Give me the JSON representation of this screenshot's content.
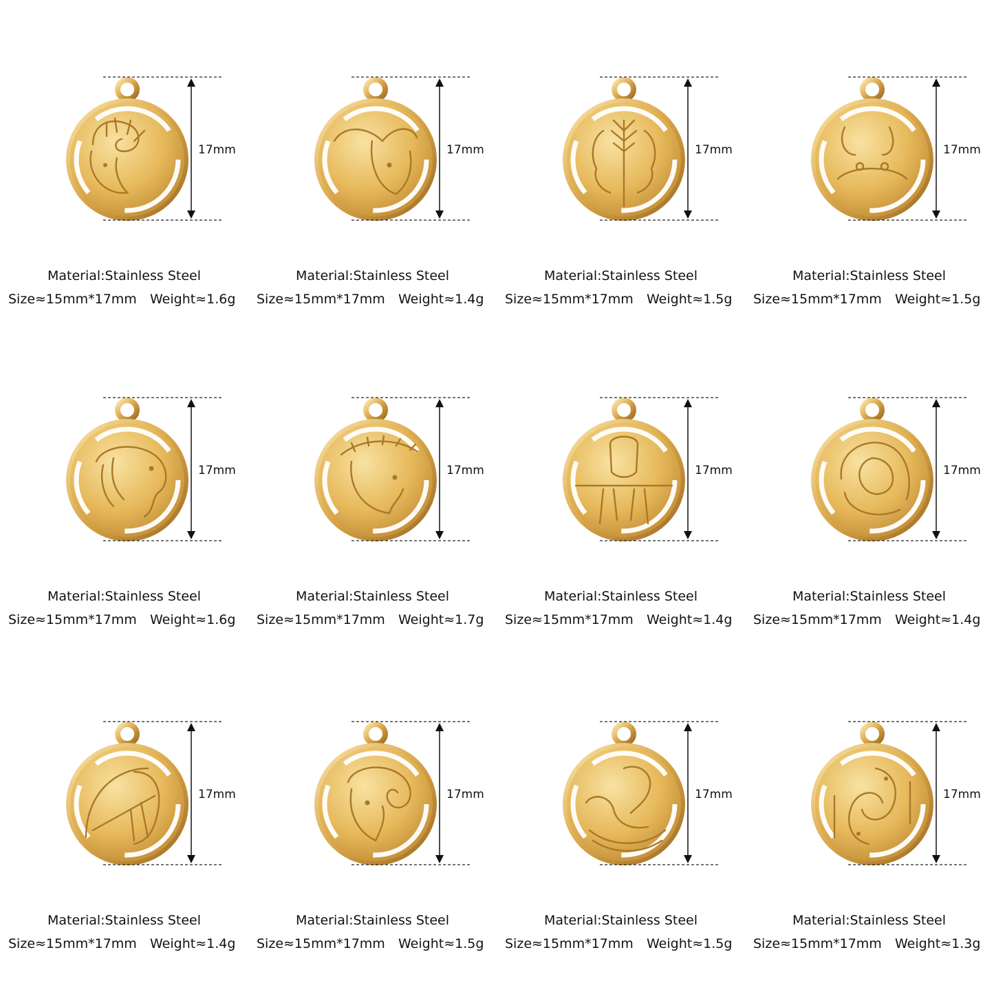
{
  "colors": {
    "gold_light": "#f6d98c",
    "gold_mid": "#e0b254",
    "gold_dark": "#a9782a",
    "text": "#111111",
    "dashed": "#222222"
  },
  "items": [
    {
      "sign": "aries",
      "dimension": "17mm",
      "material": "Material:Stainless Steel",
      "size": "Size≈15mm*17mm",
      "weight": "Weight≈1.6g"
    },
    {
      "sign": "taurus",
      "dimension": "17mm",
      "material": "Material:Stainless Steel",
      "size": "Size≈15mm*17mm",
      "weight": "Weight≈1.4g"
    },
    {
      "sign": "gemini",
      "dimension": "17mm",
      "material": "Material:Stainless Steel",
      "size": "Size≈15mm*17mm",
      "weight": "Weight≈1.5g"
    },
    {
      "sign": "cancer",
      "dimension": "17mm",
      "material": "Material:Stainless Steel",
      "size": "Size≈15mm*17mm",
      "weight": "Weight≈1.5g"
    },
    {
      "sign": "leo",
      "dimension": "17mm",
      "material": "Material:Stainless Steel",
      "size": "Size≈15mm*17mm",
      "weight": "Weight≈1.6g"
    },
    {
      "sign": "virgo",
      "dimension": "17mm",
      "material": "Material:Stainless Steel",
      "size": "Size≈15mm*17mm",
      "weight": "Weight≈1.7g"
    },
    {
      "sign": "libra",
      "dimension": "17mm",
      "material": "Material:Stainless Steel",
      "size": "Size≈15mm*17mm",
      "weight": "Weight≈1.4g"
    },
    {
      "sign": "scorpio",
      "dimension": "17mm",
      "material": "Material:Stainless Steel",
      "size": "Size≈15mm*17mm",
      "weight": "Weight≈1.4g"
    },
    {
      "sign": "sagittarius",
      "dimension": "17mm",
      "material": "Material:Stainless Steel",
      "size": "Size≈15mm*17mm",
      "weight": "Weight≈1.4g"
    },
    {
      "sign": "capricorn",
      "dimension": "17mm",
      "material": "Material:Stainless Steel",
      "size": "Size≈15mm*17mm",
      "weight": "Weight≈1.5g"
    },
    {
      "sign": "aquarius",
      "dimension": "17mm",
      "material": "Material:Stainless Steel",
      "size": "Size≈15mm*17mm",
      "weight": "Weight≈1.5g"
    },
    {
      "sign": "pisces",
      "dimension": "17mm",
      "material": "Material:Stainless Steel",
      "size": "Size≈15mm*17mm",
      "weight": "Weight≈1.3g"
    }
  ]
}
